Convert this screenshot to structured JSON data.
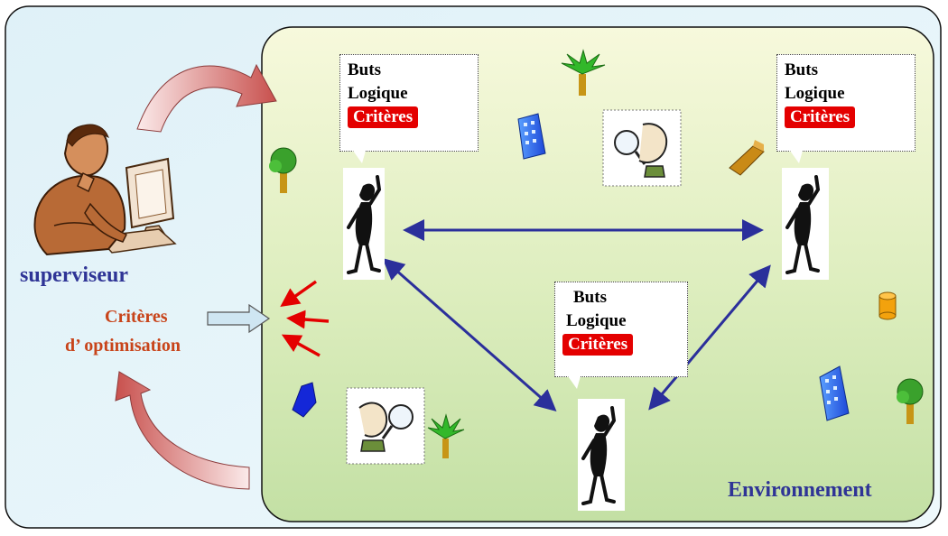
{
  "labels": {
    "supervisor": "superviseur",
    "criteria_line1": "Critères",
    "criteria_line2": "d’ optimisation",
    "environment": "Environnement"
  },
  "agents": [
    {
      "goals": "Buts",
      "logic": "Logique",
      "criteria": "Critères"
    },
    {
      "goals": "Buts",
      "logic": "Logique",
      "criteria": "Critères"
    },
    {
      "goals": "Buts",
      "logic": "Logique",
      "criteria": "Critères"
    }
  ],
  "colors": {
    "outer_bg": "#e3f2f9",
    "environment_bg_top": "#f6f9dd",
    "environment_bg_bottom": "#c5e1a6",
    "interaction_arrow": "#2b2f9b",
    "criteria_tag": "#e40000",
    "supervisor_label": "#2f3496",
    "criteria_label": "#c8441a",
    "feedback_arrow": "#c8504d"
  }
}
